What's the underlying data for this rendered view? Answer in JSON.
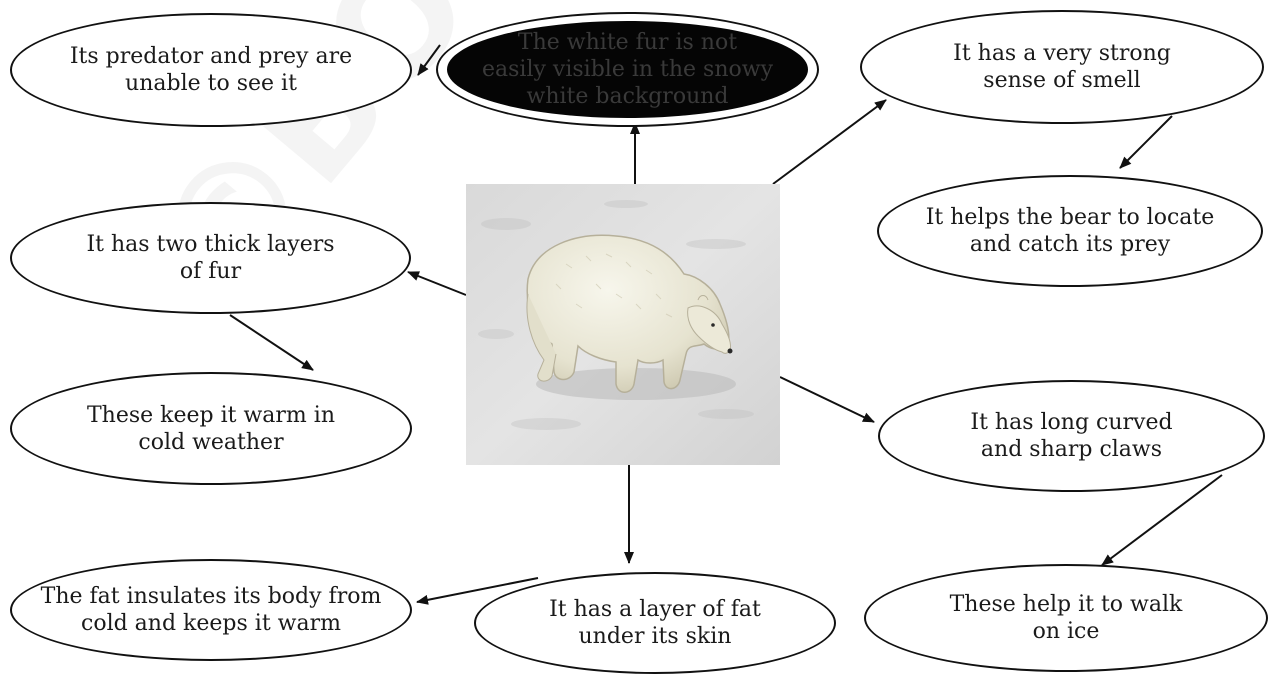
{
  "nodes": {
    "predator_prey": "Its predator and prey are\nunable to see it",
    "white_fur": "The white fur is not\neasily visible in the snowy\nwhite background",
    "sense_smell": "It has a very strong\nsense of smell",
    "locate_prey": "It helps the bear to locate\nand catch its prey",
    "two_layers": "It has two thick layers\nof fur",
    "keep_warm": "These keep it warm in\ncold weather",
    "claws": "It has long curved\nand sharp claws",
    "walk_ice": "These help it to walk\non ice",
    "fat_insulates": "The fat insulates its body from\ncold and keeps it warm",
    "fat_layer": "It has a layer of fat\nunder its skin"
  },
  "watermark": "©BOSEM NOT",
  "colors": {
    "line": "#111111",
    "dark_node": "#050505",
    "snow": "#dcdcdc",
    "bear": "#f0eee2"
  },
  "icons": {
    "center_image": "polar-bear-image"
  }
}
